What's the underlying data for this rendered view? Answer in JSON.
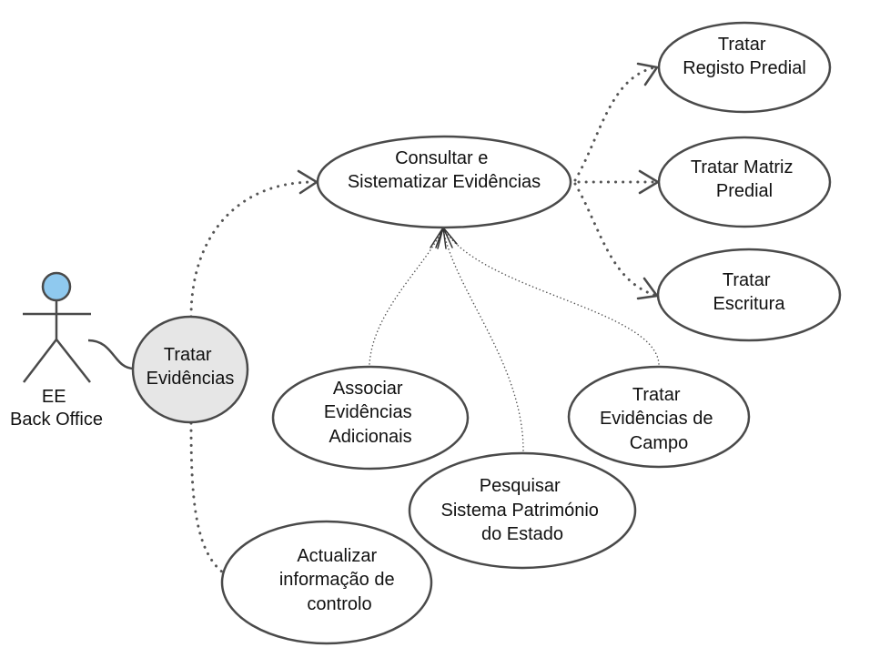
{
  "diagram": {
    "type": "use-case",
    "colors": {
      "actor_head": "#8fc9ef",
      "main_usecase_fill": "#e6e6e6",
      "usecase_fill": "#ffffff",
      "stroke": "#4a4a4a"
    },
    "actor": {
      "id": "ee-back-office",
      "lines": [
        "EE",
        "Back Office"
      ]
    },
    "use_cases": [
      {
        "id": "tratar-evidencias",
        "lines": [
          "Tratar",
          "Evidências"
        ],
        "primary": true
      },
      {
        "id": "consultar-sistematizar",
        "lines": [
          "Consultar e",
          "Sistematizar Evidências"
        ]
      },
      {
        "id": "tratar-registo-predial",
        "lines": [
          "Tratar",
          "Registo Predial"
        ]
      },
      {
        "id": "tratar-matriz-predial",
        "lines": [
          "Tratar Matriz",
          "Predial"
        ]
      },
      {
        "id": "tratar-escritura",
        "lines": [
          "Tratar",
          "Escritura"
        ]
      },
      {
        "id": "associar-evidencias",
        "lines": [
          "Associar",
          "Evidências",
          "Adicionais"
        ]
      },
      {
        "id": "pesquisar-spe",
        "lines": [
          "Pesquisar",
          "Sistema Património",
          "do Estado"
        ]
      },
      {
        "id": "tratar-evidencias-campo",
        "lines": [
          "Tratar",
          "Evidências de",
          "Campo"
        ]
      },
      {
        "id": "actualizar-info",
        "lines": [
          "Actualizar",
          "informação de",
          "controlo"
        ]
      }
    ],
    "relations": [
      {
        "from": "ee-back-office",
        "to": "tratar-evidencias",
        "kind": "association"
      },
      {
        "from": "tratar-evidencias",
        "to": "consultar-sistematizar",
        "kind": "dependency"
      },
      {
        "from": "tratar-evidencias",
        "to": "actualizar-info",
        "kind": "dependency"
      },
      {
        "from": "consultar-sistematizar",
        "to": "tratar-registo-predial",
        "kind": "dependency"
      },
      {
        "from": "consultar-sistematizar",
        "to": "tratar-matriz-predial",
        "kind": "dependency"
      },
      {
        "from": "consultar-sistematizar",
        "to": "tratar-escritura",
        "kind": "dependency"
      },
      {
        "from": "associar-evidencias",
        "to": "consultar-sistematizar",
        "kind": "extension"
      },
      {
        "from": "pesquisar-spe",
        "to": "consultar-sistematizar",
        "kind": "extension"
      },
      {
        "from": "tratar-evidencias-campo",
        "to": "consultar-sistematizar",
        "kind": "extension"
      }
    ]
  }
}
